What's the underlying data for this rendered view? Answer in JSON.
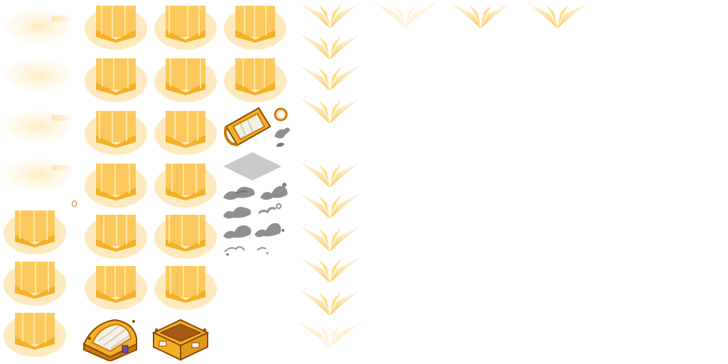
{
  "sheet": {
    "background": "#ffffff",
    "colors": {
      "gold": "#f5b025",
      "gold_light": "#ffe08a",
      "gold_dark": "#c77a0a",
      "outline": "#8a4a08",
      "smoke": "#8f8f8f",
      "smoke_dark": "#6e6e6e",
      "shadow": "#c9c9c9",
      "paper": "#f4f1e6"
    },
    "sprites": {
      "glow_columns": "golden-light-column-frames",
      "light_rays": "golden-light-ray-frames",
      "chest_closed": "ornate-golden-chest-closed",
      "chest_open": "ornate-golden-chest-open",
      "chest_tilted": "golden-chest-tilted-frame",
      "ring": "golden-ring",
      "smoke": "grey-smoke-puff-frames",
      "shadow": "floor-shadow-tile"
    }
  }
}
